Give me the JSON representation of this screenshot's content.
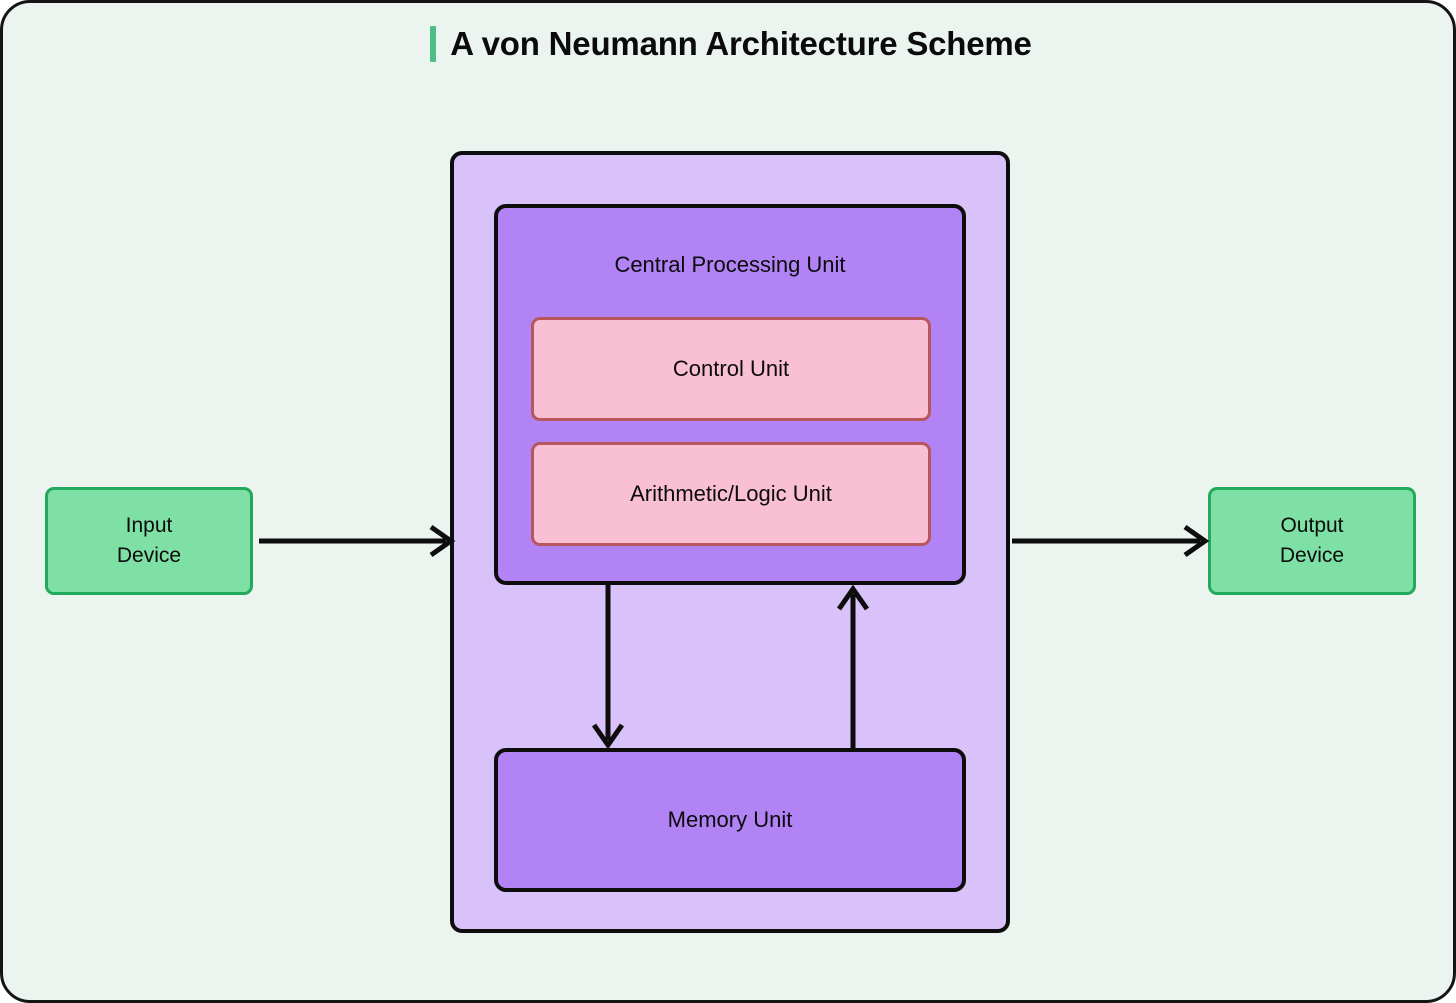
{
  "page": {
    "background_color": "#ecf4f0",
    "border_color": "#141414"
  },
  "header": {
    "accent_color": "#4cbf87",
    "title": "A von Neumann Architecture Scheme"
  },
  "diagram": {
    "type": "block-diagram",
    "nodes": {
      "system_container": {
        "label": "",
        "fill": "#d9c2fa",
        "stroke": "#0d0d0d"
      },
      "cpu": {
        "label": "Central Processing Unit",
        "fill": "#b183f5",
        "stroke": "#0d0d0d"
      },
      "control_unit": {
        "label": "Control Unit",
        "fill": "#f9c0d3",
        "stroke": "#b8565e"
      },
      "alu": {
        "label": "Arithmetic/Logic Unit",
        "fill": "#f9c0d3",
        "stroke": "#b8565e"
      },
      "memory": {
        "label": "Memory Unit",
        "fill": "#b183f5",
        "stroke": "#0d0d0d"
      },
      "input_device": {
        "label_line1": "Input",
        "label_line2": "Device",
        "fill": "#7ee0a5",
        "stroke": "#22a95c"
      },
      "output_device": {
        "label_line1": "Output",
        "label_line2": "Device",
        "fill": "#7ee0a5",
        "stroke": "#22a95c"
      }
    },
    "edges": [
      {
        "id": "input-to-cpu",
        "from": "input_device",
        "to": "system_container",
        "direction": "right",
        "label": ""
      },
      {
        "id": "cpu-to-output",
        "from": "system_container",
        "to": "output_device",
        "direction": "right",
        "label": ""
      },
      {
        "id": "cpu-to-memory",
        "from": "cpu",
        "to": "memory",
        "direction": "down",
        "label": ""
      },
      {
        "id": "memory-to-cpu",
        "from": "memory",
        "to": "cpu",
        "direction": "up",
        "label": ""
      }
    ],
    "edge_color": "#0d0d0d"
  }
}
